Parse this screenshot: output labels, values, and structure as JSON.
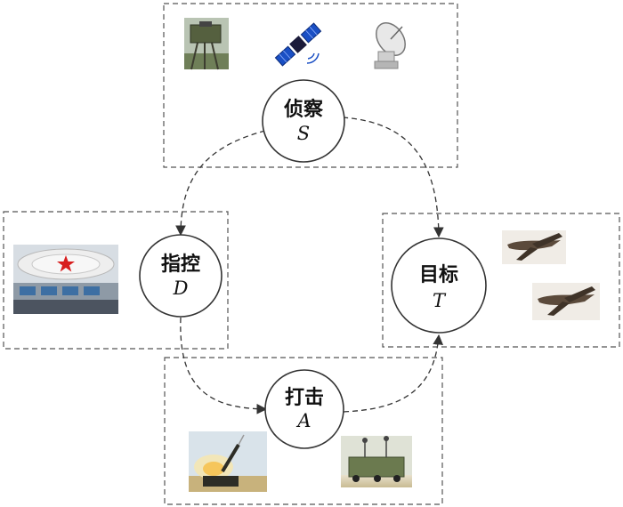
{
  "nodes": {
    "reconnaissance": {
      "name": "侦察",
      "symbol": "S"
    },
    "command": {
      "name": "指控",
      "symbol": "D"
    },
    "target": {
      "name": "目标",
      "symbol": "T"
    },
    "strike": {
      "name": "打击",
      "symbol": "A"
    }
  },
  "icons": {
    "reconnaissance": [
      "radar-tower-icon",
      "satellite-icon",
      "dish-antenna-icon"
    ],
    "command": [
      "command-center-icon"
    ],
    "target": [
      "drone-icon",
      "drone-icon"
    ],
    "strike": [
      "rocket-launcher-icon",
      "mobile-radar-vehicle-icon"
    ]
  },
  "colors": {
    "line": "#333333",
    "box_dash": "#555555",
    "circle_fill": "#ffffff"
  }
}
